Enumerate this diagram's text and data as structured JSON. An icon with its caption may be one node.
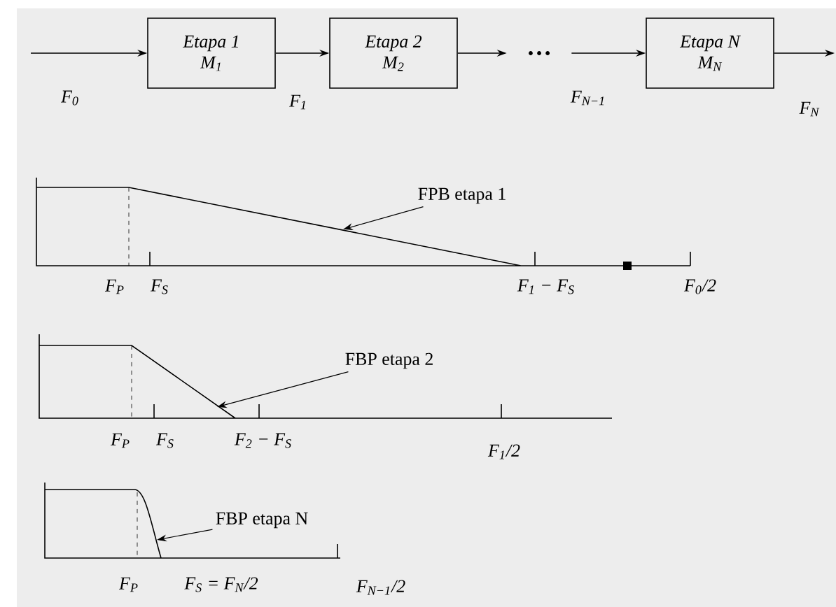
{
  "diagram": {
    "nodes": [
      {
        "text": [
          "Etapa 1",
          "M$_{1}$"
        ]
      },
      {
        "text": [
          "Etapa 2",
          "M$_{2}$"
        ]
      },
      {
        "text": [
          "…"
        ]
      },
      {
        "text": [
          "Etapa N",
          "M$_{N}$"
        ]
      },
      {
        "text": [
          "FPB etapa 1"
        ]
      },
      {
        "text": [
          "FBP etapa 2"
        ]
      },
      {
        "text": [
          "FBP etapa N"
        ]
      }
    ],
    "edges": [
      {
        "from": null,
        "to": 0,
        "arrow": "to",
        "label": "F$_{0}$"
      },
      {
        "from": 0,
        "to": 1,
        "arrow": "to",
        "label": "F$_{1}$"
      },
      {
        "from": 1,
        "to": 2,
        "arrow": "to"
      },
      {
        "from": 2,
        "to": 3,
        "arrow": "to",
        "label": "F$_{N−1}$"
      },
      {
        "from": 3,
        "to": null,
        "arrow": "to",
        "label": "F$_{N}$"
      },
      {
        "from": 4,
        "to": null,
        "arrow": "to"
      },
      {
        "from": 5,
        "to": null,
        "arrow": "to"
      },
      {
        "from": 6,
        "to": null,
        "arrow": "to"
      }
    ],
    "labels": [
      "F$_{P}$",
      "F$_{S}$",
      "F$_{1}$ − F$_{S}$",
      "F$_{0}$/2",
      "F$_{P}$",
      "F$_{S}$",
      "F$_{2}$ − F$_{S}$",
      "F$_{1}$/2",
      "F$_{P}$",
      "F$_{S}$ = F$_{N}$/2",
      "F$_{N−1}$/2"
    ]
  }
}
